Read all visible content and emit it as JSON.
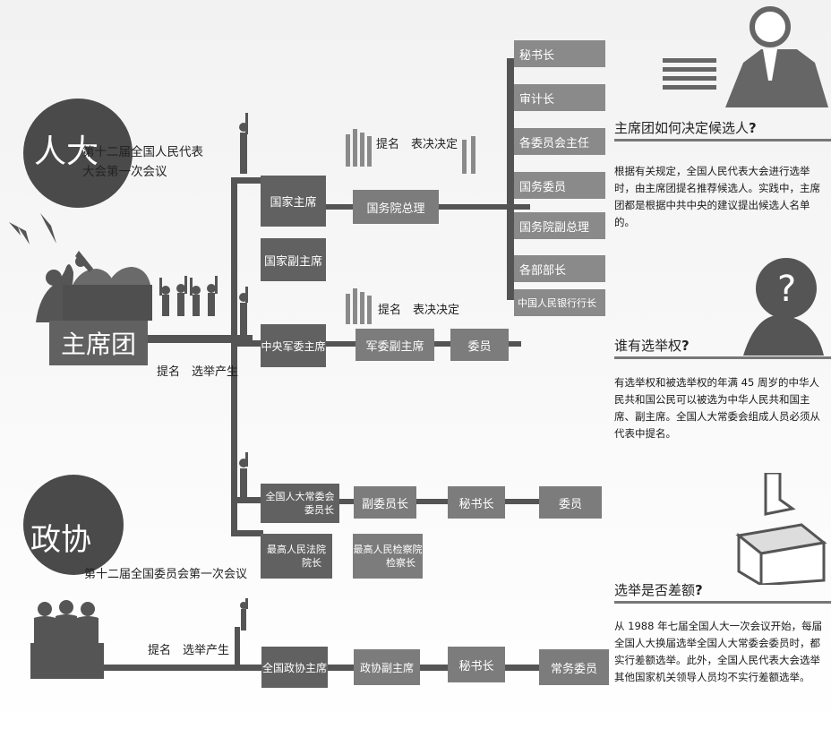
{
  "npc": {
    "circle_label": "人大",
    "session_line1": "第十二届全国人民代表",
    "session_line2": "大会第一次会议",
    "presidium_label": "主席团",
    "nominate_elect": "提名　选举产生"
  },
  "cppcc": {
    "circle_label": "政协",
    "session_label": "第十二届全国委员会第一次会议",
    "nominate_elect": "提名　选举产生"
  },
  "state": {
    "president": "国家主席",
    "vice_president": "国家副主席",
    "nominate_decide": "提名　表决决定",
    "premier": "国务院总理"
  },
  "state_council": {
    "items": [
      "秘书长",
      "审计长",
      "各委员会主任",
      "国务委员",
      "国务院副总理",
      "各部部长",
      "中国人民银行行长"
    ]
  },
  "military": {
    "chair": "中央军委主席",
    "nominate_decide": "提名　表决决定",
    "vice_chair": "军委副主席",
    "member": "委员"
  },
  "npcsc": {
    "chair_line1": "全国人大常委会",
    "chair_line2": "委员长",
    "vice_chair": "副委员长",
    "secretary_general": "秘书长",
    "member": "委员"
  },
  "judiciary": {
    "court_line1": "最高人民法院",
    "court_line2": "院长",
    "procuratorate_line1": "最高人民检察院",
    "procuratorate_line2": "检察长"
  },
  "cppcc_posts": {
    "chair": "全国政协主席",
    "vice_chair": "政协副主席",
    "secretary_general": "秘书长",
    "standing_member": "常务委员"
  },
  "sidebar": {
    "q1_title": "主席团如何决定候选人",
    "q1_text": "根据有关规定，全国人民代表大会进行选举时，由主席团提名推荐候选人。实践中，主席团都是根据中共中央的建议提出候选人名单的。",
    "q2_title": "谁有选举权",
    "q2_text": "有选举权和被选举权的年满 45 周岁的中华人民共和国公民可以被选为中华人民共和国主席、副主席。全国人大常委会组成人员必须从代表中提名。",
    "q3_title": "选举是否差额",
    "q3_text": "从 1988 年七届全国人大一次会议开始，每届全国人大换届选举全国人大常委会委员时，都实行差额选举。此外，全国人民代表大会选举其他国家机关领导人员均不实行差额选举。",
    "q_mark": "?"
  }
}
